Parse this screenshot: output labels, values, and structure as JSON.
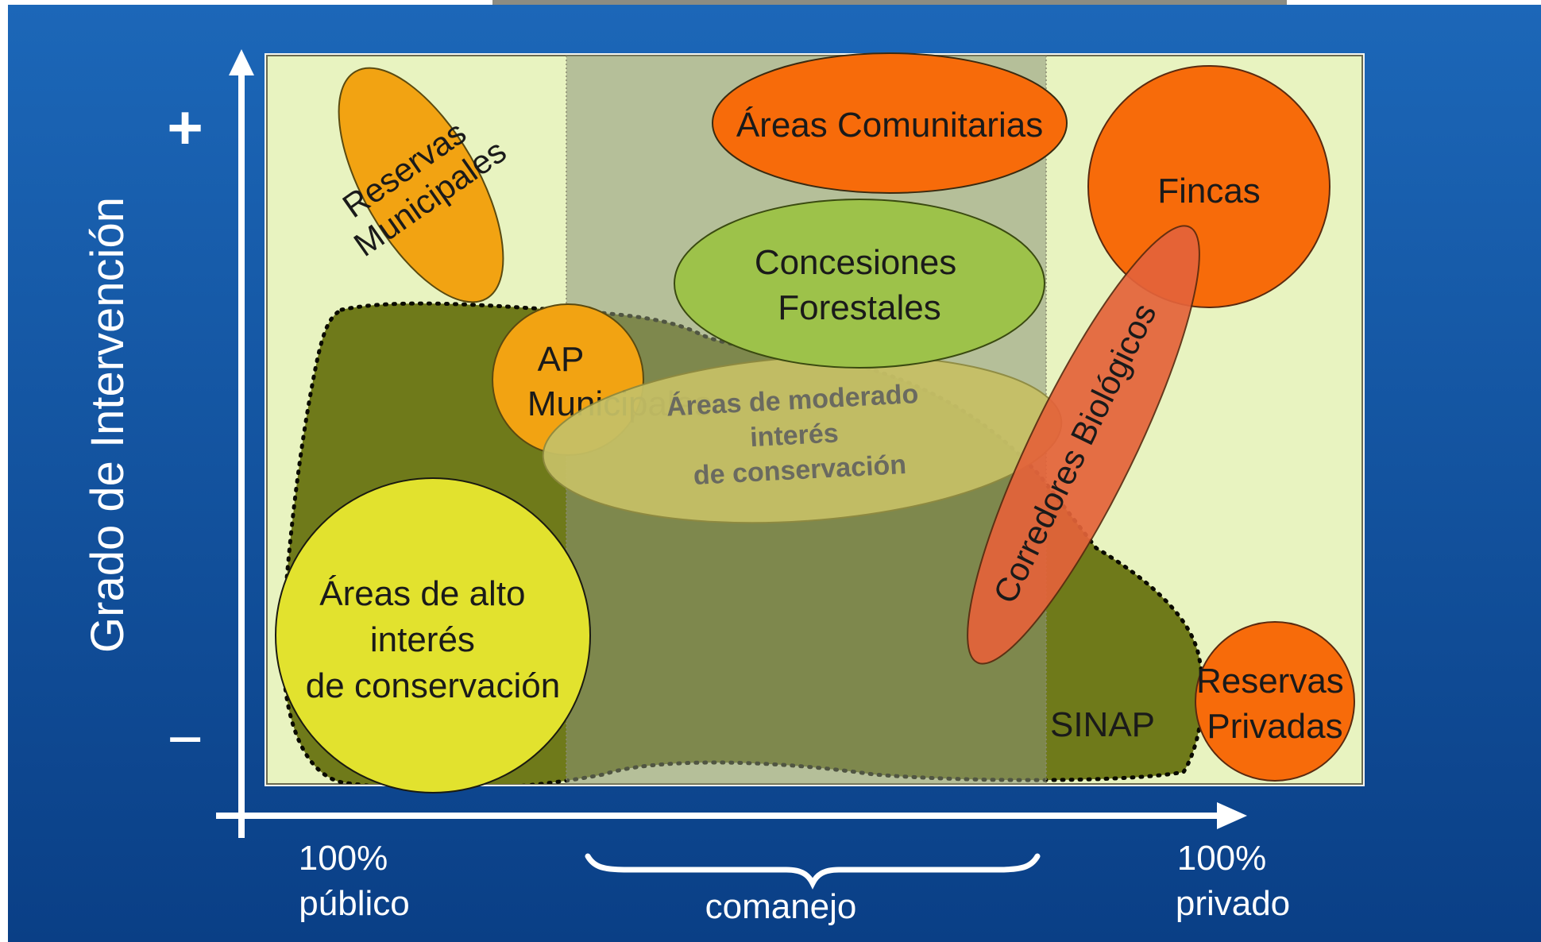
{
  "y_axis": {
    "title": "Grado de Intervención",
    "plus": "+",
    "minus": "−"
  },
  "x_axis": {
    "left_pct": "100%",
    "left_word": "público",
    "middle": "comanejo",
    "right_pct": "100%",
    "right_word": "privado"
  },
  "regions": {
    "reservas_municipales": [
      "Reservas",
      "Municipales"
    ],
    "areas_comunitarias": "Áreas Comunitarias",
    "concesiones_forestales": [
      "Concesiones",
      "Forestales"
    ],
    "fincas": "Fincas",
    "ap_municipales": [
      "AP",
      "Municipales"
    ],
    "moderado": [
      "Áreas de moderado",
      "interés",
      "de conservación"
    ],
    "corredores": "Corredores Biológicos",
    "alto_interes": [
      "Áreas de alto",
      "interés",
      "de conservación"
    ],
    "sinap": "SINAP",
    "reservas_privadas": [
      "Reservas",
      "Privadas"
    ]
  },
  "colors": {
    "background_top": "#1c67b8",
    "background_bottom": "#0a3f86",
    "panel": "#e8f3c0",
    "comanejo_band": "#8b9478",
    "sinap_blob": "#6f7a1a",
    "orange_light": "#f2a312",
    "orange_dark": "#f76b0a",
    "concesiones": "#9dc24a",
    "moderado": "#c6c066",
    "alto_interes": "#e2e22e",
    "corredores": "#e4633a"
  }
}
